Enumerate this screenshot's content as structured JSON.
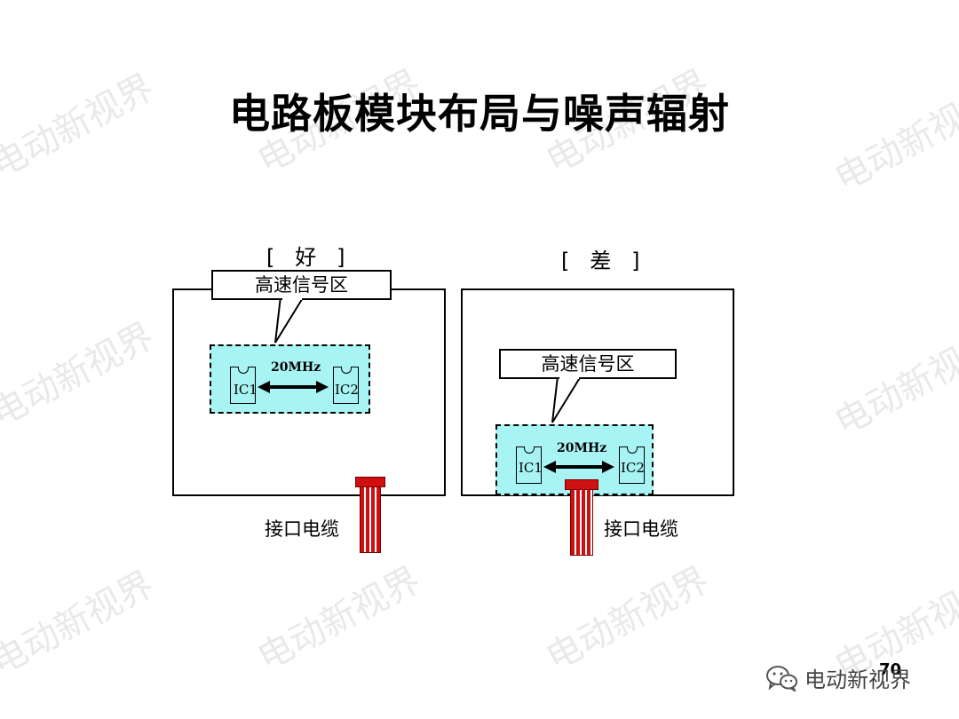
{
  "title": "电路板模块布局与噪声辐射",
  "panels": [
    {
      "label": "[   好   ]",
      "callout": "高速信号区",
      "frequency": "20MHz",
      "ic1": "IC1",
      "ic2": "IC2",
      "cable_label": "接口电缆"
    },
    {
      "label": "[   差   ]",
      "callout": "高速信号区",
      "frequency": "20MHz",
      "ic1": "IC1",
      "ic2": "IC2",
      "cable_label": "接口电缆"
    }
  ],
  "page_number": "70",
  "brand": {
    "name": "电动新视界",
    "icon": "wechat-icon"
  },
  "watermark_text": "电动新视界",
  "colors": {
    "zone_fill": "#a8f4f4",
    "cable_red": "#d01010",
    "watermark": "#787878"
  }
}
